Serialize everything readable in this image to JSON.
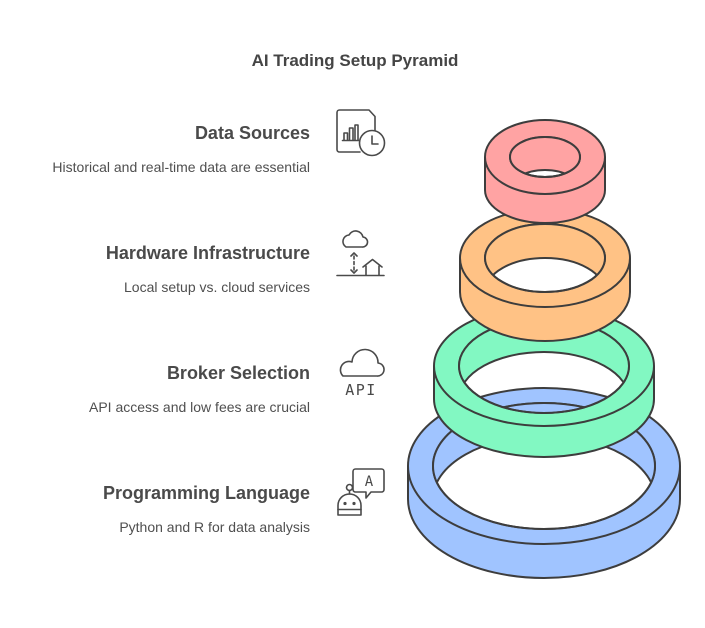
{
  "title": "AI Trading Setup Pyramid",
  "stroke_color": "#3D3D3D",
  "levels": [
    {
      "heading": "Data Sources",
      "description": "Historical and real-time data are essential",
      "icon": "document-chart-clock-icon",
      "color": "#FFA3A3"
    },
    {
      "heading": "Hardware Infrastructure",
      "description": "Local setup vs. cloud services",
      "icon": "cloud-house-icon",
      "color": "#FFC285"
    },
    {
      "heading": "Broker Selection",
      "description": "API access and low fees are crucial",
      "icon": "cloud-api-icon",
      "icon_text": "API",
      "color": "#82F8C2"
    },
    {
      "heading": "Programming Language",
      "description": "Python and R for data analysis",
      "icon": "robot-speech-icon",
      "icon_text": "A",
      "color": "#A0C4FF"
    }
  ]
}
